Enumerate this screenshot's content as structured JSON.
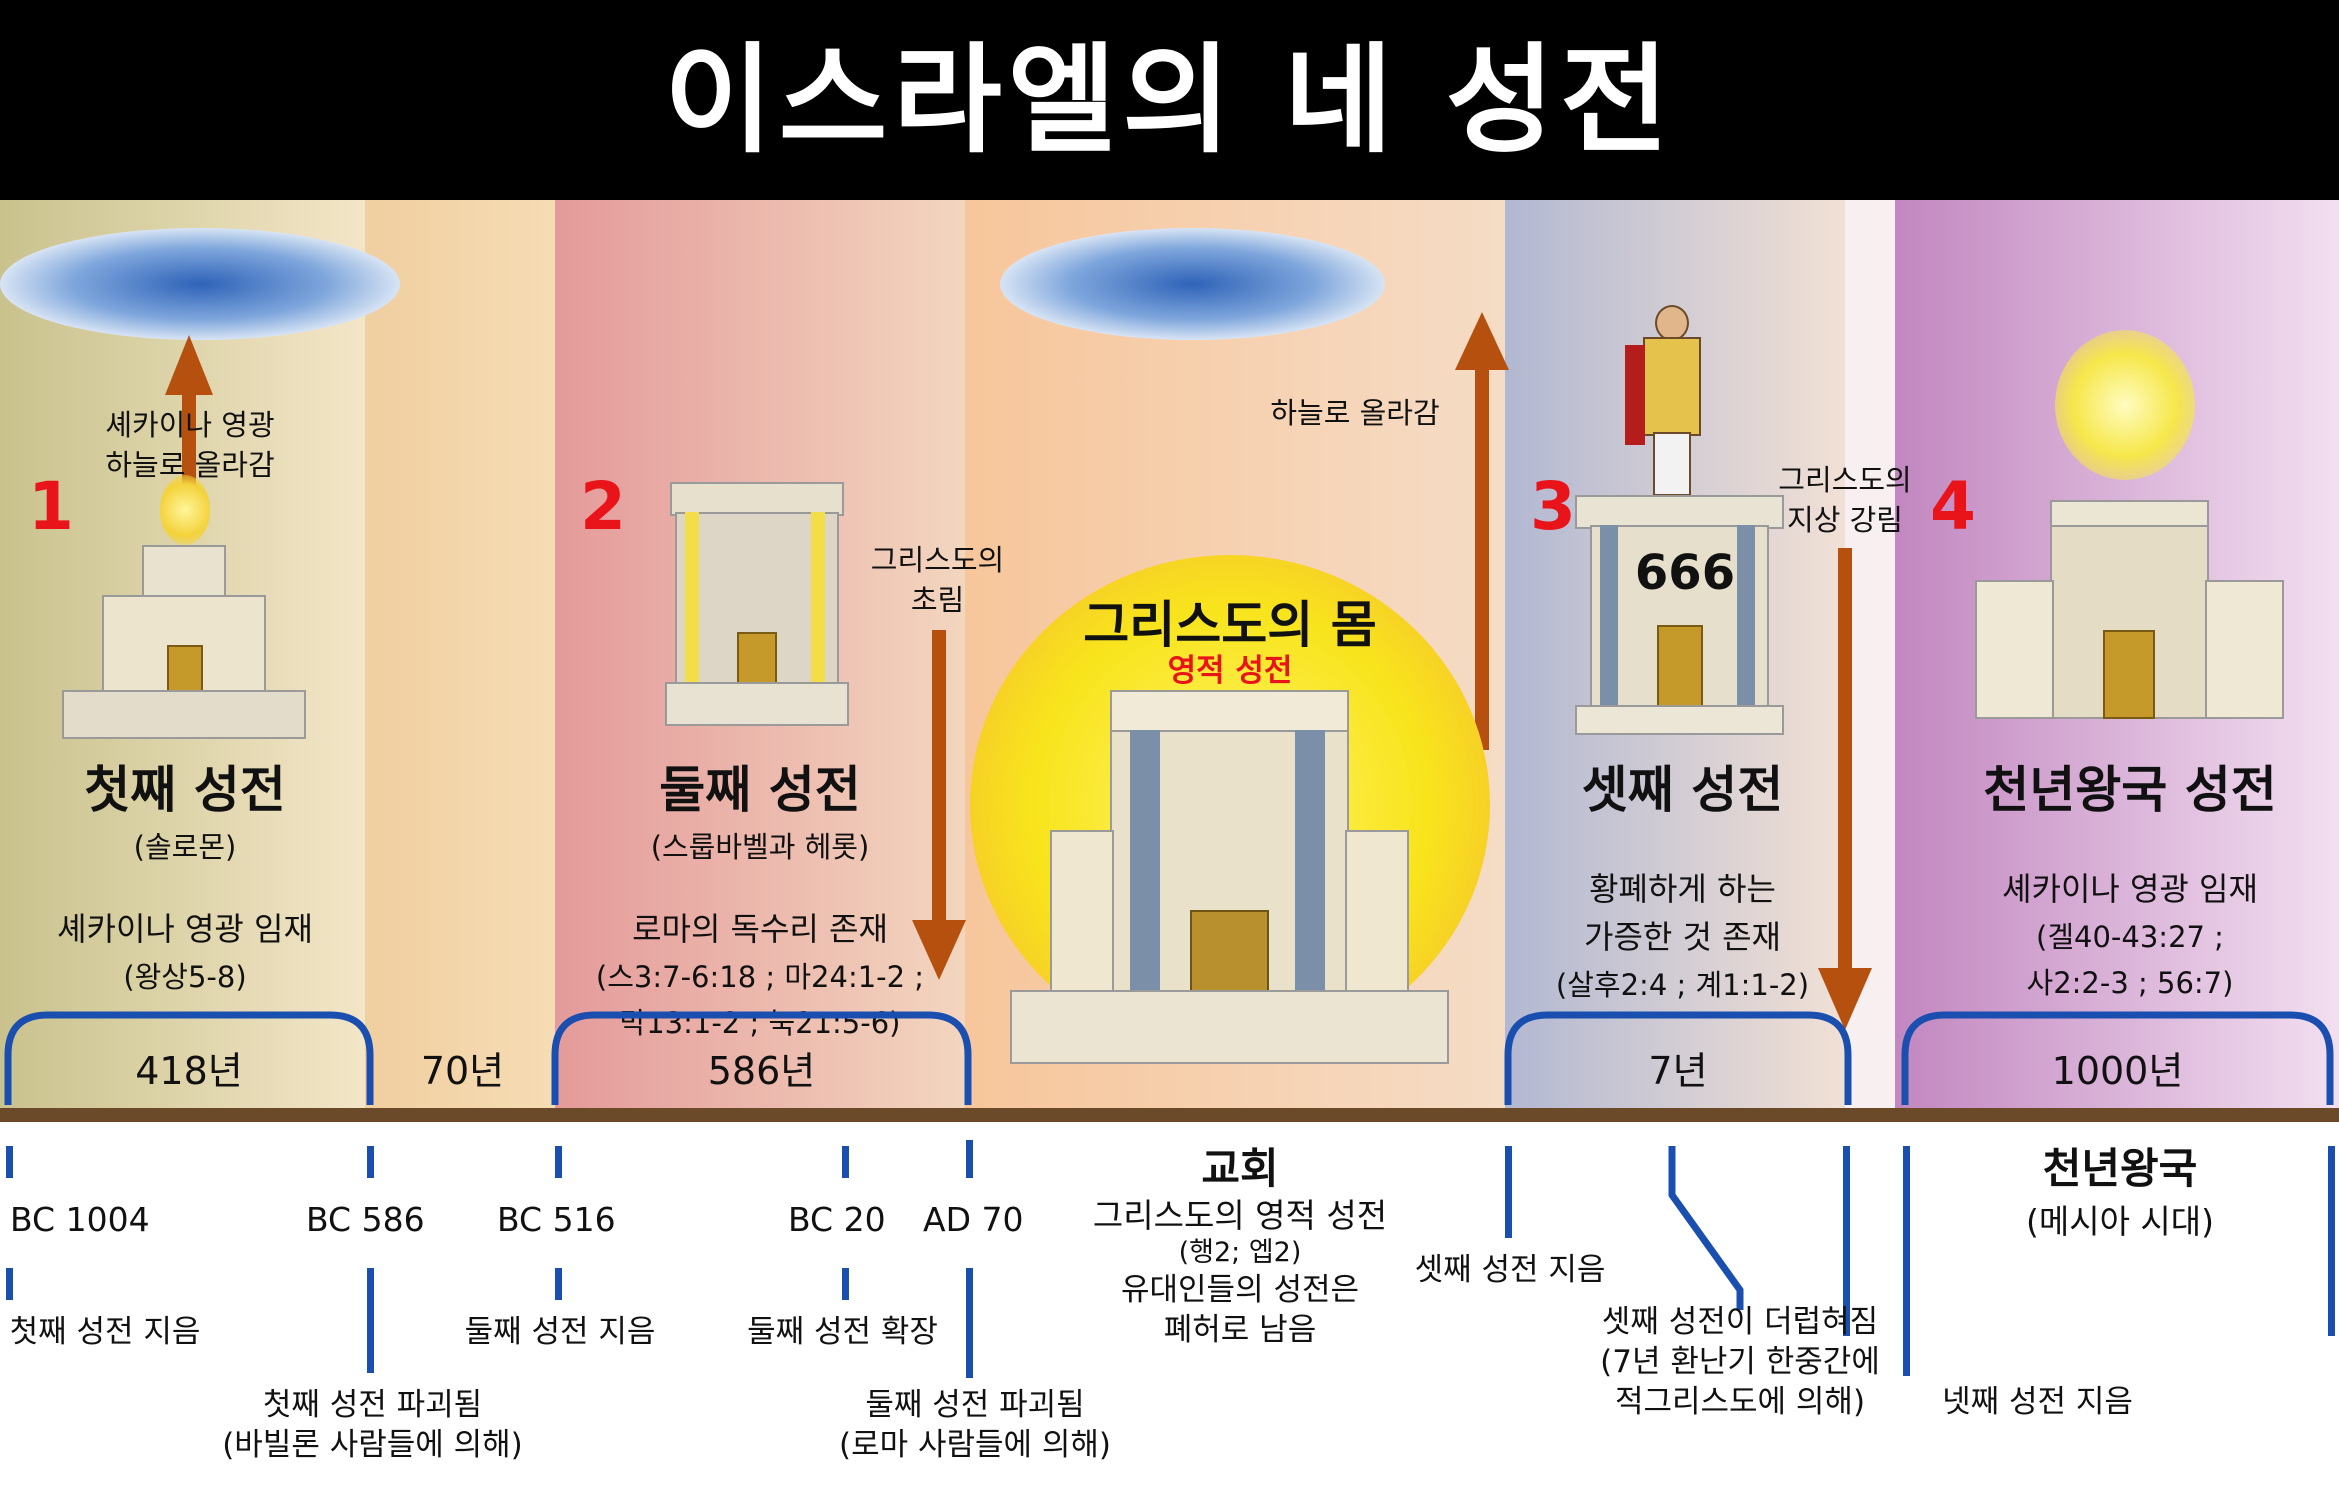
{
  "title": "이스라엘의 네 성전",
  "colors": {
    "accent_red": "#e8141a",
    "timeline_blue": "#1a4fb0",
    "arrow_brown": "#b5500f",
    "ground": "#6b4a2a"
  },
  "temples": [
    {
      "number": "1",
      "name": "첫째 성전",
      "sub": "(솔로몬)",
      "note1": "셰카이나 영광 임재",
      "note2": "(왕상5-8)"
    },
    {
      "number": "2",
      "name": "둘째 성전",
      "sub": "(스룹바벨과 헤롯)",
      "note1": "로마의 독수리 존재",
      "note2": "(스3:7-6:18 ; 마24:1-2 ;",
      "note3": "막13:1-2 ; 눅21:5-6)"
    },
    {
      "number": "3",
      "name": "셋째 성전",
      "badge": "666",
      "note1": "황폐하게 하는",
      "note2": "가증한 것 존재",
      "note3": "(살후2:4 ; 계1:1-2)"
    },
    {
      "number": "4",
      "name": "천년왕국 성전",
      "note1": "셰카이나 영광 임재",
      "note2": "(겔40-43:27 ;",
      "note3": "사2:2-3 ; 56:7)"
    }
  ],
  "body_of_christ": {
    "title": "그리스도의 몸",
    "subtitle": "영적 성전"
  },
  "arrows": {
    "shekinah_up_1": "셰카이나 영광",
    "shekinah_up_2": "하늘로 올라감",
    "first_coming_1": "그리스도의",
    "first_coming_2": "초림",
    "ascend": "하늘로 올라감",
    "second_coming_1": "그리스도의",
    "second_coming_2": "지상 강림"
  },
  "periods": [
    "418년",
    "70년",
    "586년",
    "7년",
    "1000년"
  ],
  "timeline": {
    "dates": [
      "BC 1004",
      "BC 586",
      "BC 516",
      "BC 20",
      "AD 70"
    ],
    "church_title": "교회",
    "church_1": "그리스도의 영적 성전",
    "church_2": "(행2; 엡2)",
    "church_3": "유대인들의 성전은",
    "church_4": "폐허로 남음",
    "millennium_title": "천년왕국",
    "millennium_sub": "(메시아 시대)"
  },
  "events": {
    "e1": "첫째 성전 지음",
    "e2a": "첫째 성전 파괴됨",
    "e2b": "(바빌론 사람들에 의해)",
    "e3": "둘째 성전 지음",
    "e4": "둘째 성전 확장",
    "e5a": "둘째 성전 파괴됨",
    "e5b": "(로마 사람들에 의해)",
    "e6": "셋째 성전 지음",
    "e7a": "셋째 성전이 더럽혀짐",
    "e7b": "(7년 환난기 한중간에",
    "e7c": "적그리스도에 의해)",
    "e8": "넷째 성전 지음"
  }
}
